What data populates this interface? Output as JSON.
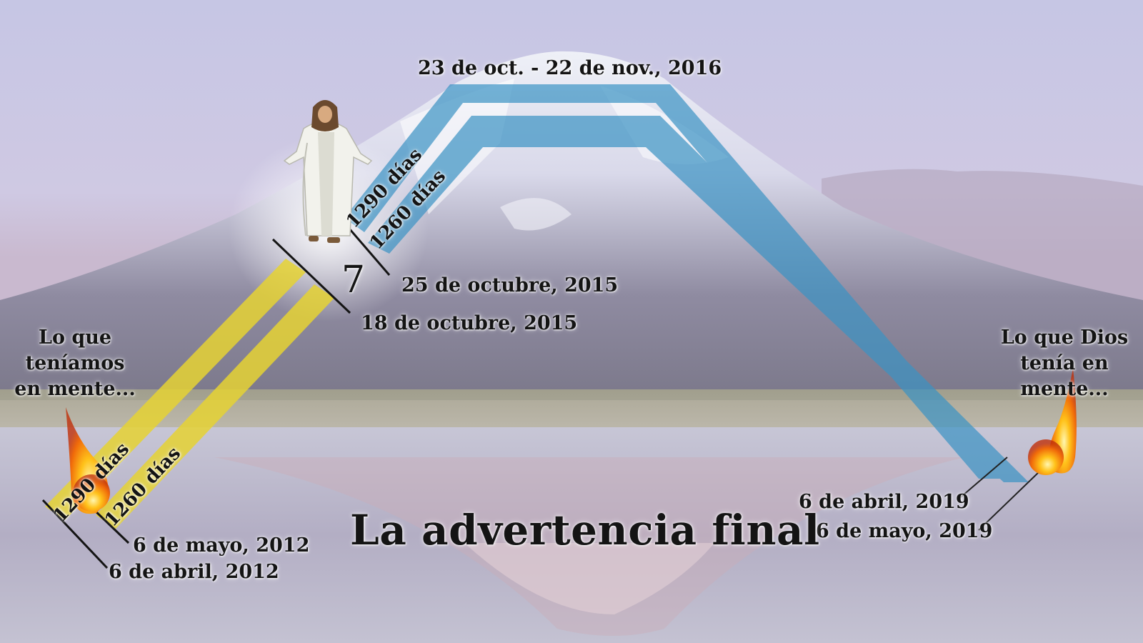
{
  "title": "La advertencia final",
  "number_marker": "7",
  "left_note": "Lo que teníamos en mente...",
  "right_note": "Lo que Dios tenía en mente...",
  "dates": {
    "top": "23 de oct. - 22 de nov., 2016",
    "oct25_2015": "25 de octubre, 2015",
    "oct18_2015": "18 de octubre, 2015",
    "may6_2012": "6 de mayo, 2012",
    "apr6_2012": "6 de abril, 2012",
    "apr6_2019": "6 de abril, 2019",
    "may6_2019": "6 de mayo, 2019"
  },
  "bars": {
    "yellow_1290": "1290 días",
    "yellow_1260": "1260 días",
    "blue_1290": "1290 días",
    "blue_1260": "1260 días"
  },
  "colors": {
    "yellow_bar": "#e6d334",
    "blue_bar": "#3b93c4",
    "sky_top": "#c9c7e4",
    "water": "#b9b6c8"
  },
  "icons": [
    "jesus-figure-icon",
    "fire-comet-icon-left",
    "fire-comet-icon-right",
    "mountain-background"
  ]
}
